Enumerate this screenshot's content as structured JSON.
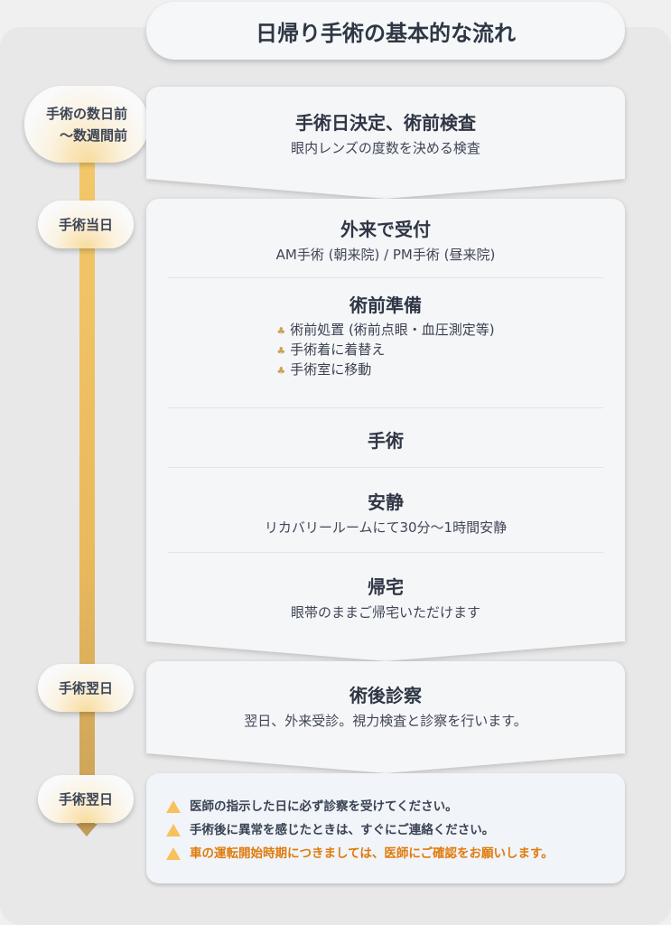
{
  "title": "日帰り手術の基本的な流れ",
  "timeline": [
    "手術の数日前",
    "～数週間前",
    "手術当日",
    "手術翌日",
    "手術翌日"
  ],
  "card1": {
    "heading": "手術日決定、術前検査",
    "sub": "眼内レンズの度数を決める検査"
  },
  "card2": {
    "reception": {
      "heading": "外来で受付",
      "sub": "AM手術 (朝来院) / PM手術 (昼来院)"
    },
    "prep": {
      "heading": "術前準備",
      "items": [
        "術前処置 (術前点眼・血圧測定等)",
        "手術着に着替え",
        "手術室に移動"
      ]
    },
    "surgery": {
      "heading": "手術"
    },
    "rest": {
      "heading": "安静",
      "sub": "リカバリールームにて30分～1時間安静"
    },
    "home": {
      "heading": "帰宅",
      "sub": "眼帯のままご帰宅いただけます"
    }
  },
  "card3": {
    "heading": "術後診察",
    "sub": "翌日、外来受診。視力検査と診察を行います。"
  },
  "notes": [
    "医師の指示した日に必ず診察を受けてください。",
    "手術後に異常を感じたときは、すぐにご連絡ください。",
    "車の運転開始時期につきましては、医師にご確認をお願いします。"
  ],
  "colors": {
    "accent": "#f3c86a",
    "warning": "#e07b0c"
  }
}
